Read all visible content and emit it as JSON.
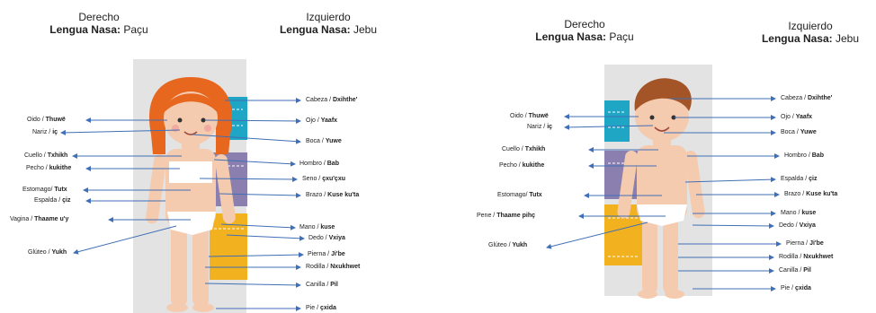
{
  "girl": {
    "header_left": {
      "side": "Derecho",
      "lang_label": "Lengua Nasa:",
      "lang_value": "Paçu"
    },
    "header_right": {
      "side": "Izquierdo",
      "lang_label": "Lengua Nasa:",
      "lang_value": "Jebu"
    },
    "left_labels": [
      {
        "es": "Oido",
        "nasa": "Thuwë"
      },
      {
        "es": "Nariz",
        "nasa": "iç"
      },
      {
        "es": "Cuello",
        "nasa": "Txhikh"
      },
      {
        "es": "Pecho",
        "nasa": "kukithe"
      },
      {
        "es": "Estomago/",
        "nasa": "Tutx"
      },
      {
        "es": "Espalda",
        "nasa": "çiz"
      },
      {
        "es": "Vagina",
        "nasa": "Thaame u'y"
      },
      {
        "es": "Glúteo",
        "nasa": "Yukh"
      }
    ],
    "right_labels": [
      {
        "es": "Cabeza",
        "nasa": "Dxihthe'"
      },
      {
        "es": "Ojo",
        "nasa": "Yaafx"
      },
      {
        "es": "Boca",
        "nasa": "Yuwe"
      },
      {
        "es": "Hombro",
        "nasa": "Bab"
      },
      {
        "es": "Seno",
        "nasa": "çxu'çxu"
      },
      {
        "es": "Brazo",
        "nasa": "Kuse ku'ta"
      },
      {
        "es": "Mano",
        "nasa": "kuse"
      },
      {
        "es": "Dedo",
        "nasa": "Vxiya"
      },
      {
        "es": "Pierna",
        "nasa": "Ji'be"
      },
      {
        "es": "Rodilla",
        "nasa": "Nxukhwet"
      },
      {
        "es": "Canilla",
        "nasa": "Pil"
      },
      {
        "es": "Pie",
        "nasa": "çxida"
      }
    ]
  },
  "boy": {
    "header_left": {
      "side": "Derecho",
      "lang_label": "Lengua Nasa:",
      "lang_value": "Paçu"
    },
    "header_right": {
      "side": "Izquierdo",
      "lang_label": "Lengua Nasa:",
      "lang_value": "Jebu"
    },
    "left_labels": [
      {
        "es": "Oido",
        "nasa": "Thuwë"
      },
      {
        "es": "Nariz",
        "nasa": "iç"
      },
      {
        "es": "Cuello",
        "nasa": "Txhikh"
      },
      {
        "es": "Pecho",
        "nasa": "kukithe"
      },
      {
        "es": "Estomago/",
        "nasa": "Tutx"
      },
      {
        "es": "Pene",
        "nasa": "Thaame pihç"
      },
      {
        "es": "Glúteo",
        "nasa": "Yukh"
      }
    ],
    "right_labels": [
      {
        "es": "Cabeza",
        "nasa": "Dxihthe'"
      },
      {
        "es": "Ojo",
        "nasa": "Yaafx"
      },
      {
        "es": "Boca",
        "nasa": "Yuwe"
      },
      {
        "es": "Hombro",
        "nasa": "Bab"
      },
      {
        "es": "Espalda",
        "nasa": "çiz"
      },
      {
        "es": "Brazo",
        "nasa": "Kuse ku'ta"
      },
      {
        "es": "Mano",
        "nasa": "kuse"
      },
      {
        "es": "Dedo",
        "nasa": "Vxiya"
      },
      {
        "es": "Pierna",
        "nasa": "Ji'be"
      },
      {
        "es": "Rodilla",
        "nasa": "Nxukhwet"
      },
      {
        "es": "Canilla",
        "nasa": "Pil"
      },
      {
        "es": "Pie",
        "nasa": "çxida"
      }
    ]
  },
  "colors": {
    "arrow": "#3f6fb6",
    "skin": "#f5cbb0",
    "girl_hair": "#e8671f",
    "boy_hair": "#a35527",
    "panel_gray": "#e3e3e3",
    "band_teal": "#1ea6c4",
    "band_purple": "#8a7fae",
    "band_gold": "#f2b21f"
  }
}
